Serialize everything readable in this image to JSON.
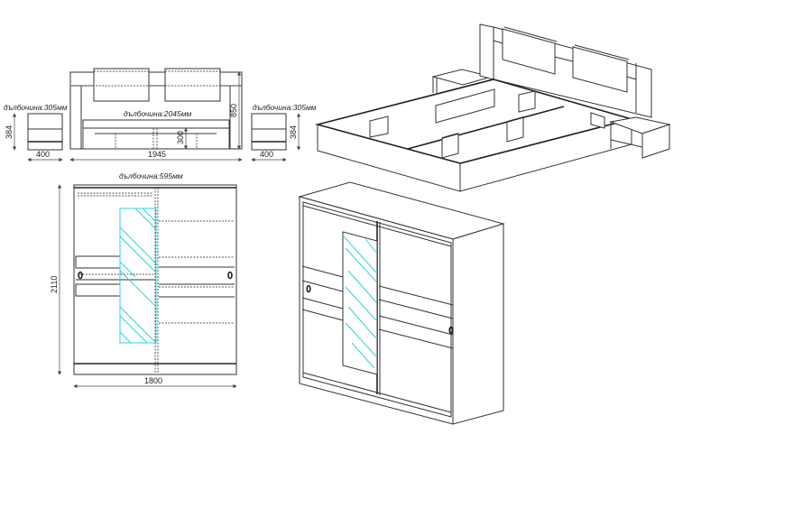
{
  "bed_front_view": {
    "depth_label": "дълбочина:2045мм",
    "width": "1945",
    "height": "850",
    "base_height": "300"
  },
  "nightstand_left": {
    "depth_label": "дълбочина:305мм",
    "width": "400",
    "height": "384"
  },
  "nightstand_right": {
    "depth_label": "дълбочина:305мм",
    "width": "400",
    "height": "384"
  },
  "wardrobe_front_view": {
    "depth_label": "дълбочина:595мм",
    "width": "1800",
    "height": "2110"
  },
  "colors": {
    "line": "#333333",
    "mirror": "#2ad4df"
  }
}
